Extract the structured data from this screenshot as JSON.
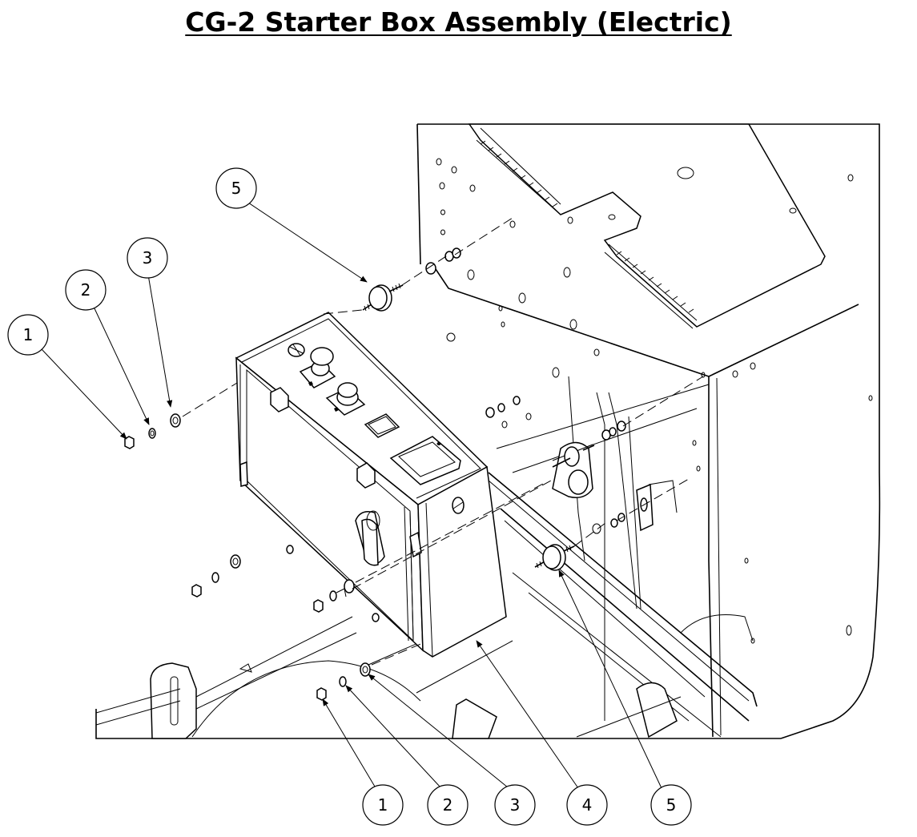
{
  "title": "CG-2 Starter Box Assembly (Electric)",
  "callouts": {
    "c1_top": "1",
    "c2_top": "2",
    "c3_top": "3",
    "c5_top": "5",
    "c1_bottom": "1",
    "c2_bottom": "2",
    "c3_bottom": "3",
    "c4_bottom": "4",
    "c5_bottom": "5"
  }
}
